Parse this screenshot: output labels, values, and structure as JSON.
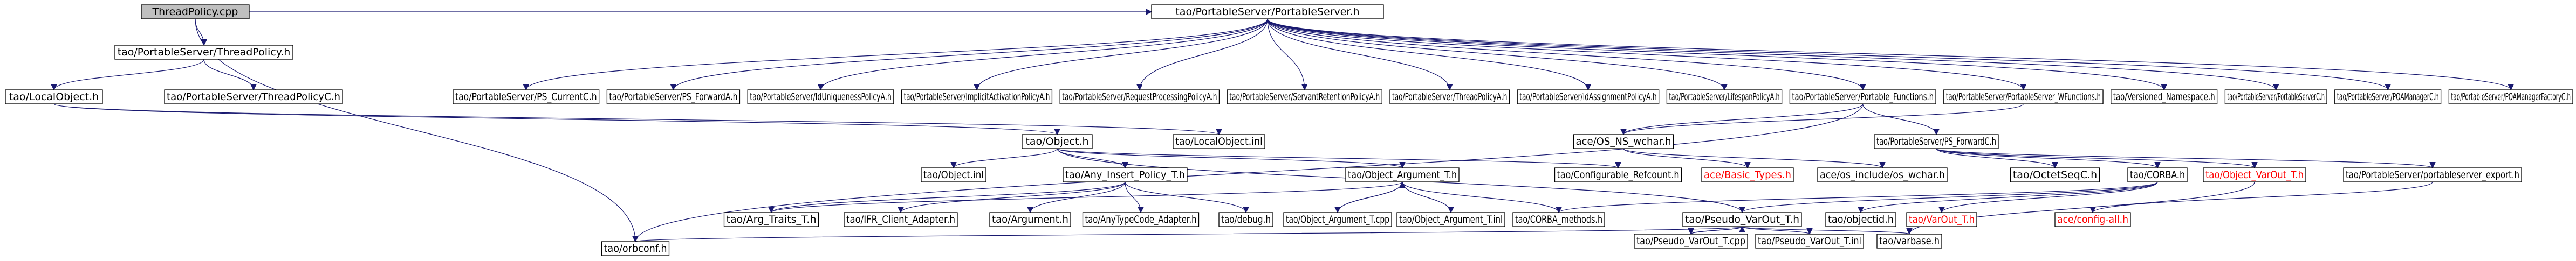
{
  "diagram": {
    "type": "include-dependency-graph",
    "colors": {
      "edge": "#191970",
      "missing_text": "#ff0000",
      "root_fill": "#bfbfbf",
      "node_border": "#000000",
      "node_fill": "#ffffff"
    },
    "nodes": [
      {
        "id": "n0",
        "label": "ThreadPolicy.cpp",
        "root": true
      },
      {
        "id": "n1",
        "label": "tao/PortableServer/ThreadPolicy.h"
      },
      {
        "id": "n2",
        "label": "tao/PortableServer/PortableServer.h"
      },
      {
        "id": "n3",
        "label": "tao/orbconf.h"
      },
      {
        "id": "n4",
        "label": "tao/LocalObject.h"
      },
      {
        "id": "n5",
        "label": "tao/PortableServer/ThreadPolicyC.h"
      },
      {
        "id": "n6",
        "label": "tao/PortableServer/PS_CurrentC.h"
      },
      {
        "id": "n7",
        "label": "tao/PortableServer/PS_ForwardA.h"
      },
      {
        "id": "n8",
        "label": "tao/PortableServer/IdUniquenessPolicyA.h"
      },
      {
        "id": "n9",
        "label": "tao/PortableServer/ImplicitActivationPolicyA.h"
      },
      {
        "id": "n10",
        "label": "tao/PortableServer/RequestProcessingPolicyA.h"
      },
      {
        "id": "n11",
        "label": "tao/PortableServer/ServantRetentionPolicyA.h"
      },
      {
        "id": "n12",
        "label": "tao/PortableServer/ThreadPolicyA.h"
      },
      {
        "id": "n13",
        "label": "tao/PortableServer/IdAssignmentPolicyA.h"
      },
      {
        "id": "n14",
        "label": "tao/PortableServer/LifespanPolicyA.h"
      },
      {
        "id": "n15",
        "label": "tao/PortableServer/Portable_Functions.h"
      },
      {
        "id": "n16",
        "label": "tao/PortableServer/PortableServer_WFunctions.h"
      },
      {
        "id": "n17",
        "label": "tao/Versioned_Namespace.h"
      },
      {
        "id": "n18",
        "label": "tao/PortableServer/PortableServerC.h"
      },
      {
        "id": "n19",
        "label": "tao/PortableServer/POAManagerC.h"
      },
      {
        "id": "n20",
        "label": "tao/PortableServer/POAManagerFactoryC.h"
      },
      {
        "id": "n21",
        "label": "tao/Object.h"
      },
      {
        "id": "n22",
        "label": "tao/LocalObject.inl"
      },
      {
        "id": "n23",
        "label": "ace/OS_NS_wchar.h"
      },
      {
        "id": "n24",
        "label": "tao/PortableServer/PS_ForwardC.h"
      },
      {
        "id": "n25",
        "label": "tao/Object.inl"
      },
      {
        "id": "n26",
        "label": "tao/Any_Insert_Policy_T.h"
      },
      {
        "id": "n27",
        "label": "tao/Object_Argument_T.h"
      },
      {
        "id": "n28",
        "label": "tao/Configurable_Refcount.h"
      },
      {
        "id": "n29",
        "label": "ace/Basic_Types.h",
        "missing": true
      },
      {
        "id": "n30",
        "label": "ace/os_include/os_wchar.h"
      },
      {
        "id": "n31",
        "label": "tao/OctetSeqC.h"
      },
      {
        "id": "n32",
        "label": "tao/CORBA.h"
      },
      {
        "id": "n33",
        "label": "tao/Object_VarOut_T.h",
        "missing": true
      },
      {
        "id": "n34",
        "label": "tao/PortableServer/portableserver_export.h"
      },
      {
        "id": "n35",
        "label": "tao/Arg_Traits_T.h"
      },
      {
        "id": "n36",
        "label": "tao/IFR_Client_Adapter.h"
      },
      {
        "id": "n37",
        "label": "tao/Argument.h"
      },
      {
        "id": "n38",
        "label": "tao/AnyTypeCode_Adapter.h"
      },
      {
        "id": "n39",
        "label": "tao/debug.h"
      },
      {
        "id": "n40",
        "label": "tao/Object_Argument_T.cpp"
      },
      {
        "id": "n41",
        "label": "tao/Object_Argument_T.inl"
      },
      {
        "id": "n42",
        "label": "tao/CORBA_methods.h"
      },
      {
        "id": "n43",
        "label": "tao/Pseudo_VarOut_T.h"
      },
      {
        "id": "n44",
        "label": "tao/objectid.h"
      },
      {
        "id": "n45",
        "label": "tao/VarOut_T.h",
        "missing": true
      },
      {
        "id": "n46",
        "label": "ace/config-all.h",
        "missing": true
      },
      {
        "id": "n47",
        "label": "tao/Pseudo_VarOut_T.cpp"
      },
      {
        "id": "n48",
        "label": "tao/Pseudo_VarOut_T.inl"
      },
      {
        "id": "n49",
        "label": "tao/varbase.h"
      }
    ],
    "edges": [
      [
        "n0",
        "n1"
      ],
      [
        "n0",
        "n2"
      ],
      [
        "n0",
        "n3"
      ],
      [
        "n1",
        "n4"
      ],
      [
        "n1",
        "n5"
      ],
      [
        "n2",
        "n6"
      ],
      [
        "n2",
        "n7"
      ],
      [
        "n2",
        "n8"
      ],
      [
        "n2",
        "n9"
      ],
      [
        "n2",
        "n10"
      ],
      [
        "n2",
        "n11"
      ],
      [
        "n2",
        "n12"
      ],
      [
        "n2",
        "n13"
      ],
      [
        "n2",
        "n14"
      ],
      [
        "n2",
        "n15"
      ],
      [
        "n2",
        "n16"
      ],
      [
        "n2",
        "n17"
      ],
      [
        "n2",
        "n18"
      ],
      [
        "n2",
        "n19"
      ],
      [
        "n2",
        "n20"
      ],
      [
        "n4",
        "n21"
      ],
      [
        "n4",
        "n22"
      ],
      [
        "n15",
        "n23"
      ],
      [
        "n15",
        "n24"
      ],
      [
        "n15",
        "n3"
      ],
      [
        "n16",
        "n23"
      ],
      [
        "n21",
        "n25"
      ],
      [
        "n21",
        "n26"
      ],
      [
        "n21",
        "n27"
      ],
      [
        "n21",
        "n28"
      ],
      [
        "n21",
        "n43"
      ],
      [
        "n23",
        "n29"
      ],
      [
        "n23",
        "n30"
      ],
      [
        "n24",
        "n31"
      ],
      [
        "n24",
        "n32"
      ],
      [
        "n24",
        "n33"
      ],
      [
        "n24",
        "n34"
      ],
      [
        "n26",
        "n35"
      ],
      [
        "n26",
        "n36"
      ],
      [
        "n26",
        "n37"
      ],
      [
        "n26",
        "n38"
      ],
      [
        "n26",
        "n39"
      ],
      [
        "n27",
        "n35"
      ],
      [
        "n27",
        "n40"
      ],
      [
        "n27",
        "n41"
      ],
      [
        "n27",
        "n42"
      ],
      [
        "n40",
        "n27"
      ],
      [
        "n32",
        "n42"
      ],
      [
        "n32",
        "n43"
      ],
      [
        "n32",
        "n44"
      ],
      [
        "n32",
        "n45"
      ],
      [
        "n33",
        "n49"
      ],
      [
        "n34",
        "n46"
      ],
      [
        "n43",
        "n47"
      ],
      [
        "n43",
        "n48"
      ],
      [
        "n43",
        "n49"
      ],
      [
        "n43",
        "n3"
      ],
      [
        "n47",
        "n43"
      ]
    ]
  }
}
